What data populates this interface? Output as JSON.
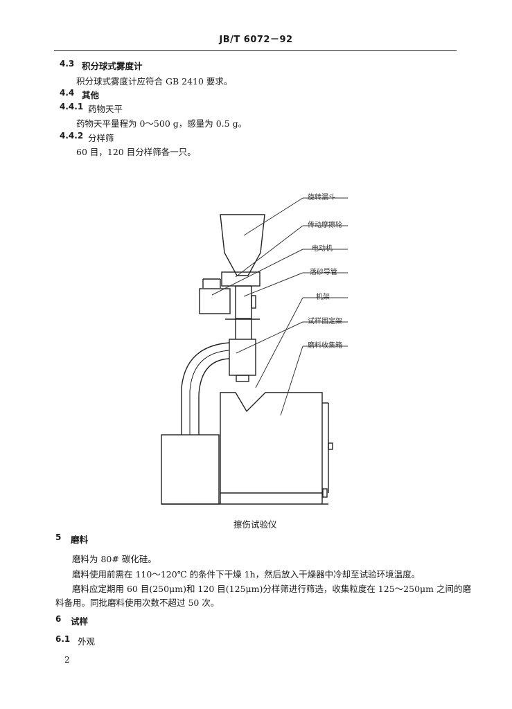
{
  "header": {
    "code": "JB/T 6072－92"
  },
  "sections": {
    "s43": {
      "num": "4.3",
      "title": "积分球式雾度计",
      "body": "积分球式雾度计应符合 GB 2410 要求。"
    },
    "s44": {
      "num": "4.4",
      "title": "其他"
    },
    "s441": {
      "num": "4.4.1",
      "title": "药物天平",
      "body": "药物天平量程为 0～500 g，感量为 0.5 g。"
    },
    "s442": {
      "num": "4.4.2",
      "title": "分样筛",
      "body": "60 目，120 目分样筛各一只。"
    }
  },
  "figure": {
    "labels": [
      "旋转漏斗",
      "传动摩擦轮",
      "电动机",
      "落砂导管",
      "机架",
      "试样固定架",
      "磨料收集箱"
    ],
    "caption": "擦伤试验仪"
  },
  "s5": {
    "num": "5",
    "title": "磨料",
    "p1": "磨料为 80# 碳化硅。",
    "p2": "磨料使用前需在 110～120℃ 的条件下干燥 1h，然后放入干燥器中冷却至试验环境温度。",
    "p3a": "磨料应定期用 60 目(250μm)和 120 目(125μm)分样筛进行筛选，收集粒度在 125～250μm 之间的磨",
    "p3b": "料备用。同批磨料使用次数不超过 50 次。"
  },
  "s6": {
    "num": "6",
    "title": "试样"
  },
  "s61": {
    "num": "6.1",
    "title": "外观"
  },
  "page_number": "2"
}
